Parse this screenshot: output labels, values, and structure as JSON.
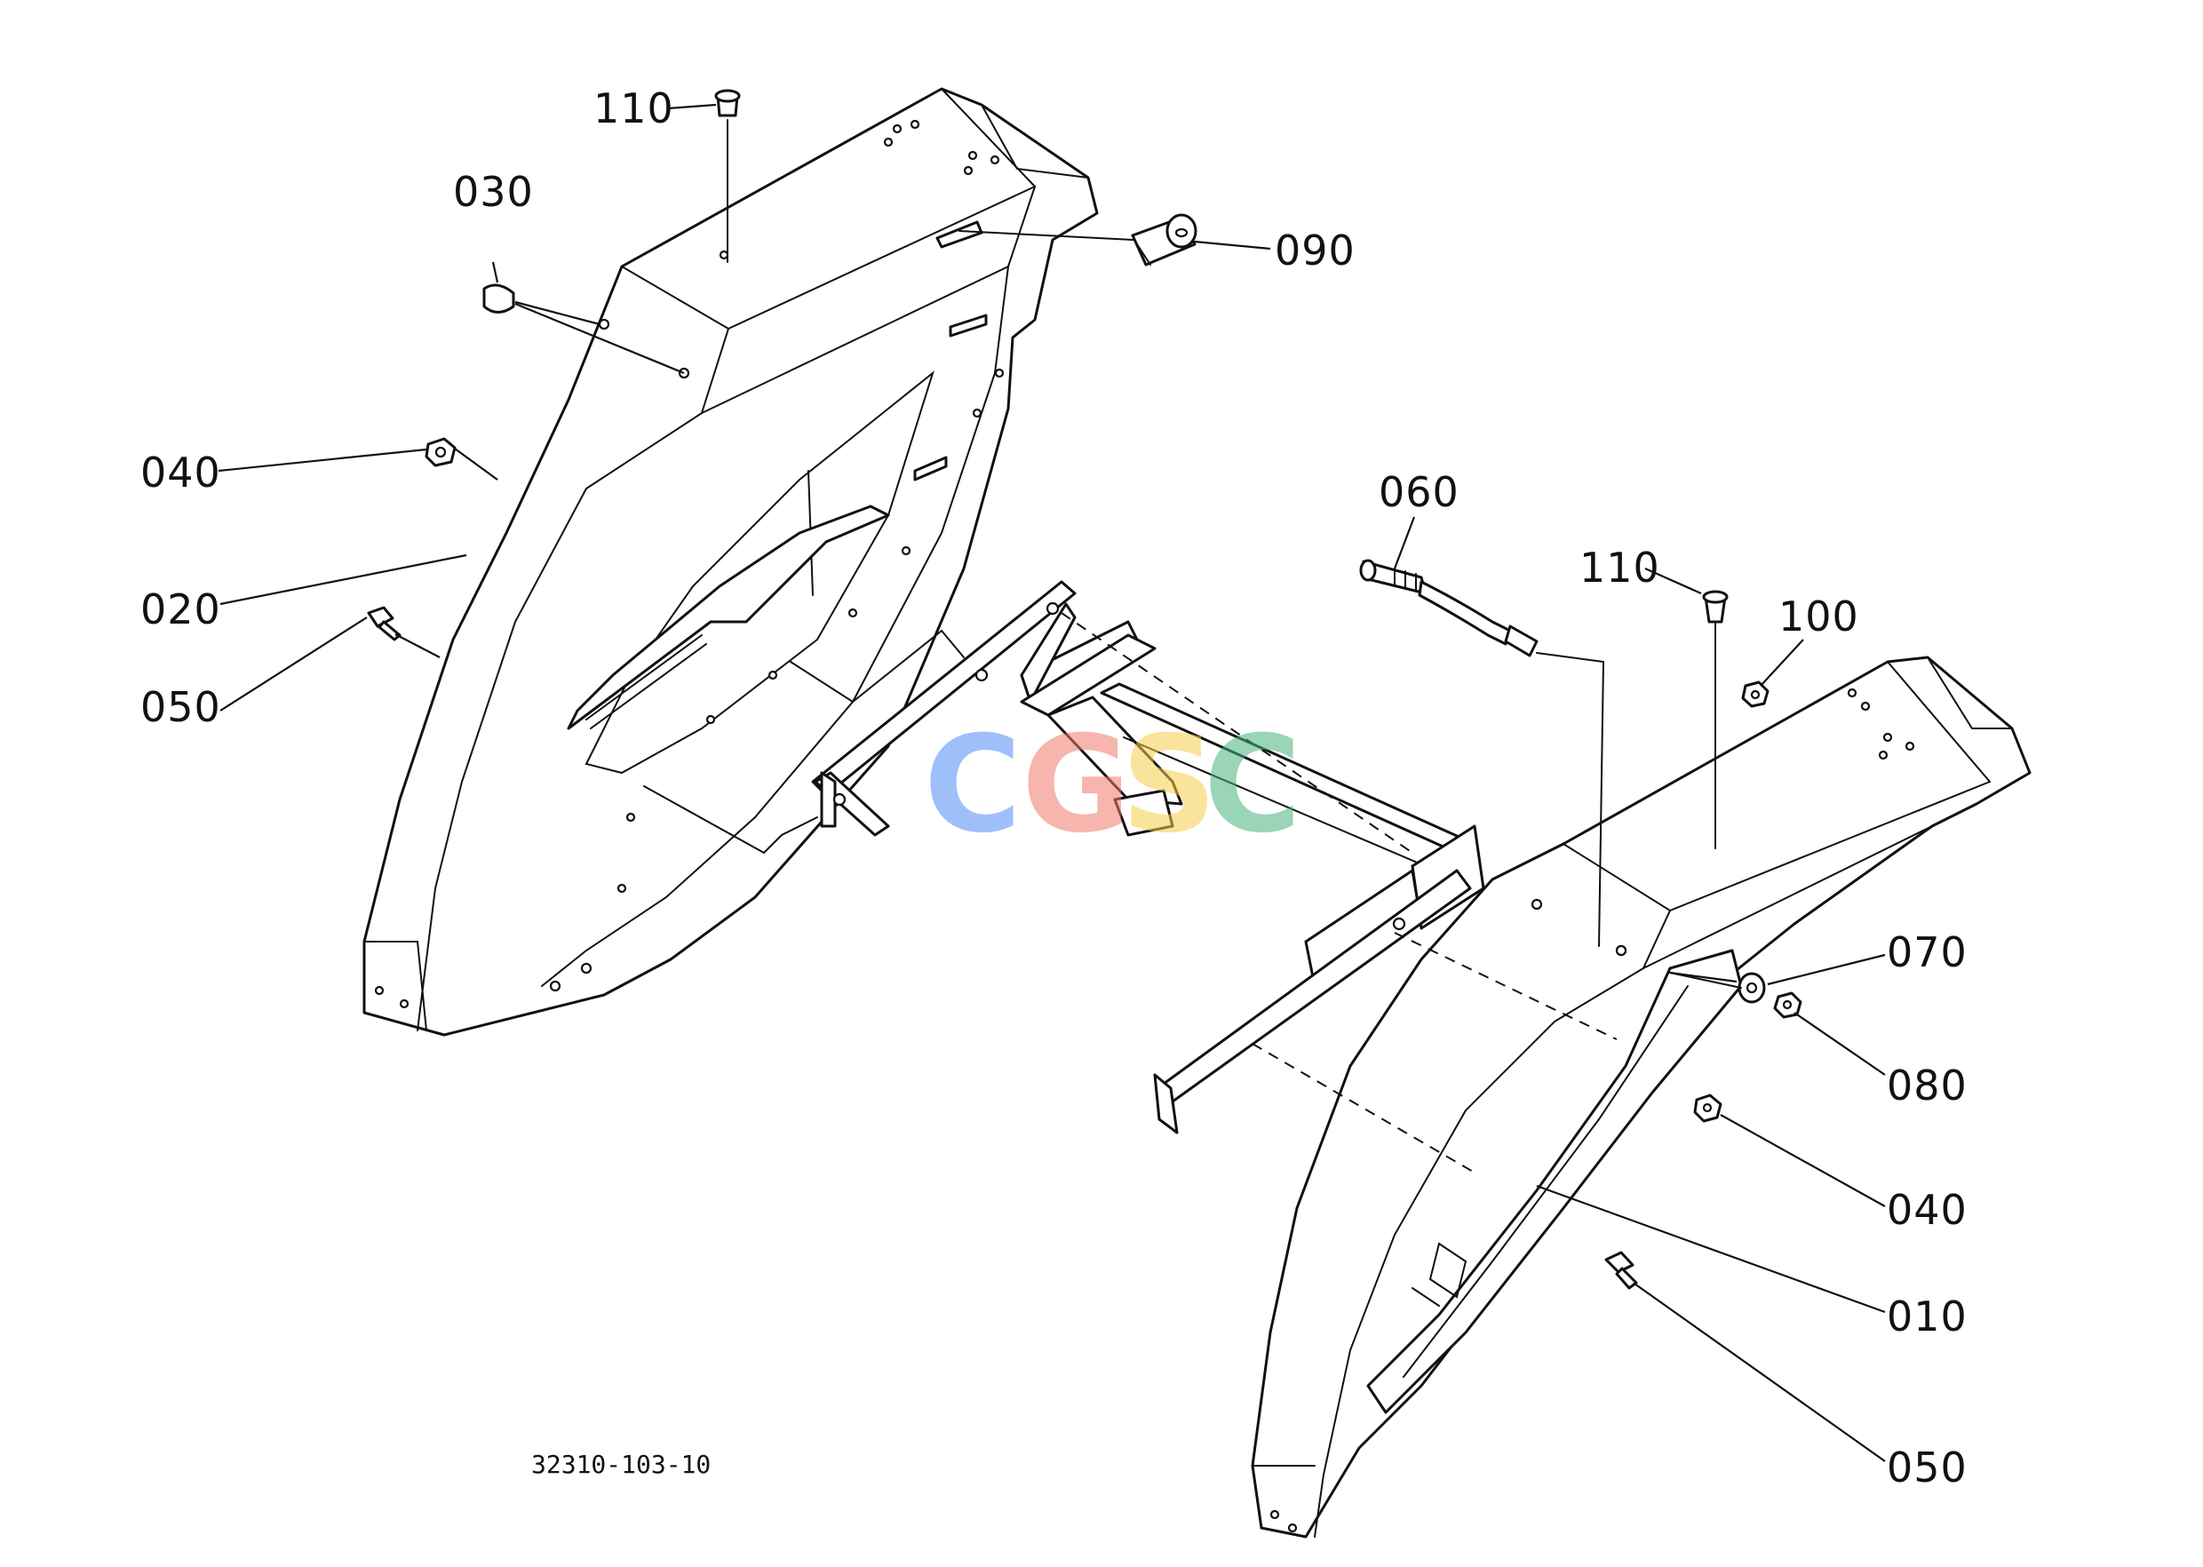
{
  "drawing_code": "32310-103-10",
  "watermark": {
    "letters": [
      {
        "char": "C",
        "color": "#4f8cf5"
      },
      {
        "char": "G",
        "color": "#ef7a6b"
      },
      {
        "char": "S",
        "color": "#f7cf4a"
      },
      {
        "char": "C",
        "color": "#47b37c"
      }
    ]
  },
  "callouts": {
    "c110_top": "110",
    "c030": "030",
    "c090": "090",
    "c040_left": "040",
    "c020": "020",
    "c050_left": "050",
    "c060": "060",
    "c110_right": "110",
    "c100": "100",
    "c070": "070",
    "c080": "080",
    "c040_right": "040",
    "c010": "010",
    "c050_right": "050"
  }
}
